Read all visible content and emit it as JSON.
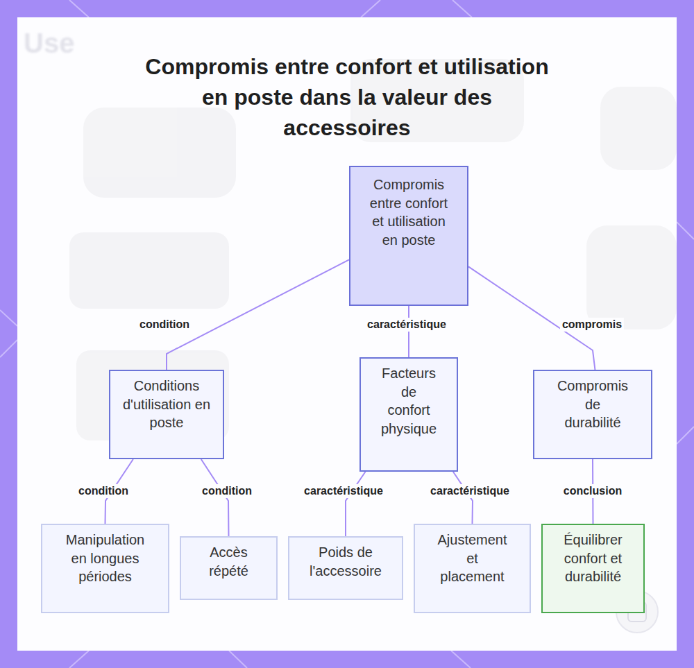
{
  "diagram": {
    "title": "Compromis entre confort et utilisation en poste dans la valeur des accessoires",
    "nodes": [
      {
        "text": [
          "Compromis entre confort et utilisation en poste"
        ]
      },
      {
        "text": [
          "Conditions d'utilisation en poste"
        ]
      },
      {
        "text": [
          "Facteurs de confort physique"
        ]
      },
      {
        "text": [
          "Compromis de durabilité"
        ]
      },
      {
        "text": [
          "Manipulation en longues périodes"
        ]
      },
      {
        "text": [
          "Accès répété"
        ]
      },
      {
        "text": [
          "Poids de l'accessoire"
        ]
      },
      {
        "text": [
          "Ajustement et placement"
        ]
      },
      {
        "text": [
          "Équilibrer confort et durabilité"
        ]
      }
    ],
    "edges": [
      {
        "from": 0,
        "to": 1,
        "label": "condition",
        "arrow": "none"
      },
      {
        "from": 0,
        "to": 2,
        "label": "caractéristique",
        "arrow": "none"
      },
      {
        "from": 0,
        "to": 3,
        "label": "compromis",
        "arrow": "none"
      },
      {
        "from": 1,
        "to": 4,
        "label": "condition",
        "arrow": "none"
      },
      {
        "from": 1,
        "to": 5,
        "label": "condition",
        "arrow": "none"
      },
      {
        "from": 2,
        "to": 6,
        "label": "caractéristique",
        "arrow": "none"
      },
      {
        "from": 2,
        "to": 7,
        "label": "caractéristique",
        "arrow": "none"
      },
      {
        "from": 3,
        "to": 8,
        "label": "conclusion",
        "arrow": "none"
      }
    ],
    "labels": [
      "Use"
    ]
  }
}
